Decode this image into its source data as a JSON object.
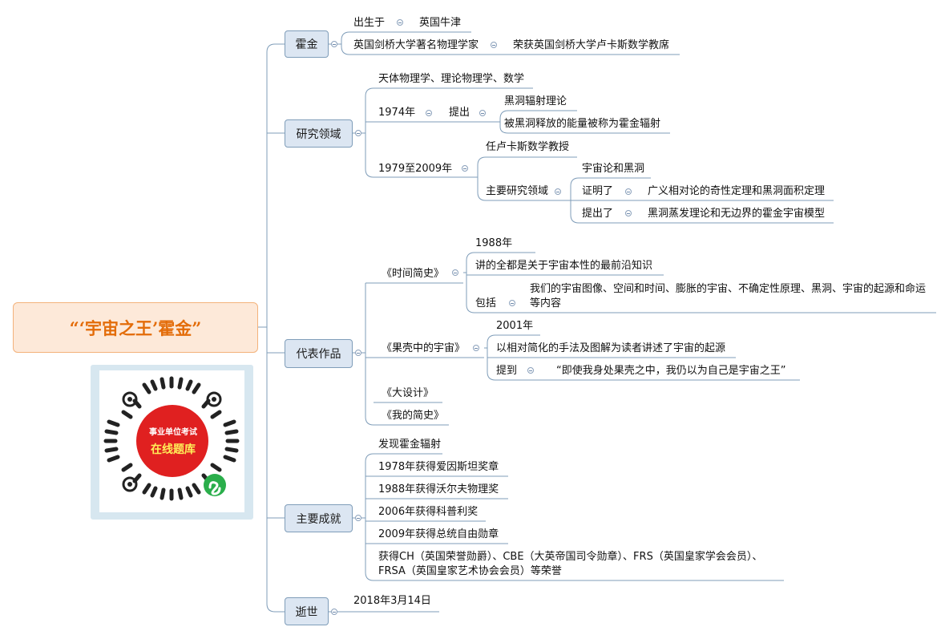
{
  "root": {
    "title": "“‘宇宙之王’霍金”"
  },
  "branches": {
    "hawking": {
      "label": "霍金",
      "born_label": "出生于",
      "born_value": "英国牛津",
      "role": "英国剑桥大学著名物理学家",
      "honor": "荣获英国剑桥大学卢卡斯数学教席"
    },
    "research": {
      "label": "研究领域",
      "fields": "天体物理学、理论物理学、数学",
      "y1974": "1974年",
      "proposed": "提出",
      "theory1": "黑洞辐射理论",
      "theory2": "被黑洞释放的能量被称为霍金辐射",
      "y1979": "1979至2009年",
      "professor": "任卢卡斯数学教授",
      "main_research": "主要研究领域",
      "topic": "宇宙论和黑洞",
      "proved": "证明了",
      "proved_value": "广义相对论的奇性定理和黑洞面积定理",
      "proposed2": "提出了",
      "proposed2_value": "黑洞蒸发理论和无边界的霍金宇宙模型"
    },
    "works": {
      "label": "代表作品",
      "brief_history": "《时间简史》",
      "bh_year": "1988年",
      "bh_desc": "讲的全都是关于宇宙本性的最前沿知识",
      "bh_includes": "包括",
      "bh_includes_value": "我们的宇宙图像、空间和时间、膨胀的宇宙、不确定性原理、黑洞、宇宙的起源和命运等内容",
      "nutshell": "《果壳中的宇宙》",
      "ns_year": "2001年",
      "ns_desc": "以相对简化的手法及图解为读者讲述了宇宙的起源",
      "ns_mention": "提到",
      "ns_quote": "“即使我身处果壳之中，我仍以为自己是宇宙之王”",
      "grand_design": "《大设计》",
      "my_brief": "《我的简史》"
    },
    "achievements": {
      "label": "主要成就",
      "items": [
        "发现霍金辐射",
        "1978年获得爱因斯坦奖章",
        "1988年获得沃尔夫物理奖",
        "2006年获得科普利奖",
        "2009年获得总统自由勋章"
      ],
      "honors_line1": "获得CH（英国荣誉勋爵）、CBE（大英帝国司令勋章）、FRS（英国皇家学会会员）、",
      "honors_line2": "FRSA（英国皇家艺术协会会员）等荣誉"
    },
    "death": {
      "label": "逝世",
      "date": "2018年3月14日"
    }
  },
  "qr": {
    "line1": "事业单位考试",
    "line2": "在线题库"
  },
  "colors": {
    "connector": "#7f9db9",
    "branch_fill": "#dce6f2",
    "root_fill": "#fde9d9",
    "root_text": "#e36c09",
    "qr_red": "#e02020",
    "qr_green": "#2aae4b"
  }
}
